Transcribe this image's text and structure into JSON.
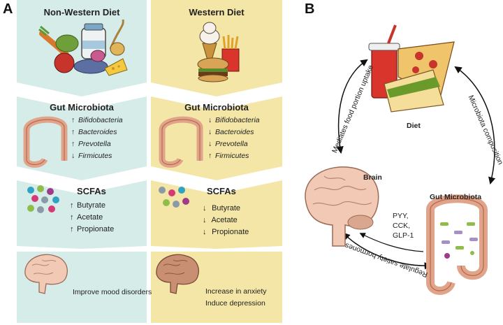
{
  "panel_a": {
    "letter": "A",
    "non_western": {
      "title": "Non-Western Diet",
      "microbiota_title": "Gut Microbiota",
      "microbiota": [
        {
          "arrow": "↑",
          "name": "Bifidobacteria"
        },
        {
          "arrow": "↑",
          "name": "Bacteroides"
        },
        {
          "arrow": "↑",
          "name": "Prevotella"
        },
        {
          "arrow": "↓",
          "name": "Firmicutes"
        }
      ],
      "scfa_title": "SCFAs",
      "scfas": [
        {
          "arrow": "↑",
          "name": "Butyrate"
        },
        {
          "arrow": "↑",
          "name": "Acetate"
        },
        {
          "arrow": "↑",
          "name": "Propionate"
        }
      ],
      "outcome": [
        "Improve mood disorders"
      ]
    },
    "western": {
      "title": "Western Diet",
      "microbiota_title": "Gut Microbiota",
      "microbiota": [
        {
          "arrow": "↓",
          "name": "Bifidobacteria"
        },
        {
          "arrow": "↓",
          "name": "Bacteroides"
        },
        {
          "arrow": "↓",
          "name": "Prevotella"
        },
        {
          "arrow": "↑",
          "name": "Firmicutes"
        }
      ],
      "scfa_title": "SCFAs",
      "scfas": [
        {
          "arrow": "↓",
          "name": "Butyrate"
        },
        {
          "arrow": "↓",
          "name": "Acetate"
        },
        {
          "arrow": "↓",
          "name": "Propionate"
        }
      ],
      "outcome": [
        "Increase in anxiety",
        "Induce depression"
      ]
    }
  },
  "panel_b": {
    "letter": "B",
    "diet_label": "Diet",
    "brain_label": "Brain",
    "gut_label": "Gut Microbiota",
    "arc_left": "Mediates food portion uptake",
    "arc_right": "Microbiota composition",
    "arc_bottom": "Regulate satiety hormones",
    "hormones": [
      "PYY,",
      "CCK,",
      "GLP-1"
    ]
  },
  "colors": {
    "non_western_bg": "#d6ece9",
    "western_bg": "#f4e6a6",
    "arrow_black": "#111111"
  }
}
